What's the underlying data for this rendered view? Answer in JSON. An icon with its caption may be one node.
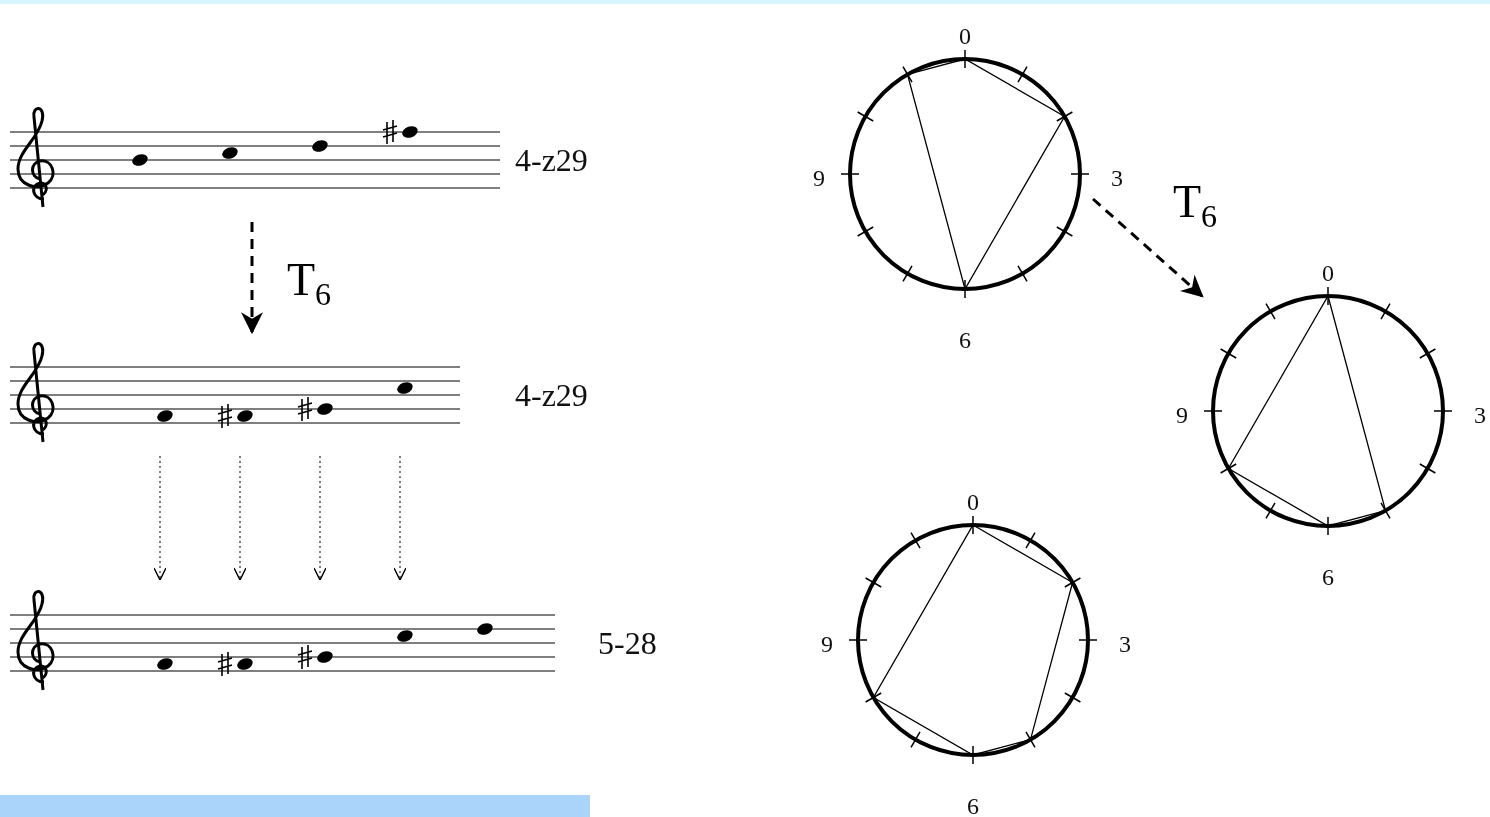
{
  "diagram": {
    "nodes": [
      {
        "text": [],
        "shape": "picture",
        "beside": [
          "4-z29"
        ]
      },
      {
        "text": [],
        "shape": "picture",
        "beside": [
          "4-z29"
        ]
      },
      {
        "text": [],
        "shape": "picture",
        "beside": [
          "5-28"
        ]
      },
      {
        "text": [],
        "shape": "circle",
        "beside": [
          "0",
          "3",
          "6",
          "9"
        ]
      },
      {
        "text": [],
        "shape": "circle",
        "beside": [
          "0",
          "3",
          "6",
          "9"
        ]
      },
      {
        "text": [],
        "shape": "circle",
        "beside": [
          "0",
          "3",
          "6",
          "9"
        ]
      }
    ],
    "edges": [
      {
        "from": 0,
        "to": 1,
        "arrow": "to",
        "style": "dashed",
        "label": "T$_{6}$"
      },
      {
        "from": 1,
        "to": 2,
        "arrow": "to",
        "style": "dashed"
      },
      {
        "from": 1,
        "to": 2,
        "arrow": "to",
        "style": "dashed"
      },
      {
        "from": 1,
        "to": 2,
        "arrow": "to",
        "style": "dashed"
      },
      {
        "from": 1,
        "to": 2,
        "arrow": "to",
        "style": "dashed"
      },
      {
        "from": 3,
        "to": 4,
        "arrow": "to",
        "style": "dashed",
        "label": "T$_{6}$"
      }
    ]
  }
}
